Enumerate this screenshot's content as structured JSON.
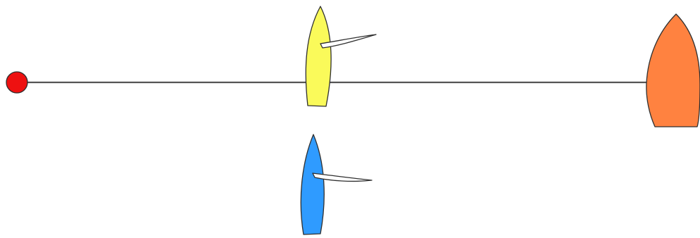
{
  "diagram": {
    "background": "#ffffff",
    "line_color": "#555555",
    "outline_color": "#2f2f2f",
    "mark": {
      "shape": "circle",
      "color": "#ee1111"
    },
    "boats": [
      {
        "name": "yellow-boat",
        "color": "#fafa5a",
        "has_sail": true
      },
      {
        "name": "blue-boat",
        "color": "#2f9bff",
        "has_sail": true
      },
      {
        "name": "orange-boat",
        "color": "#ff8240",
        "has_sail": false
      }
    ],
    "sail_color": "#ffffff"
  }
}
